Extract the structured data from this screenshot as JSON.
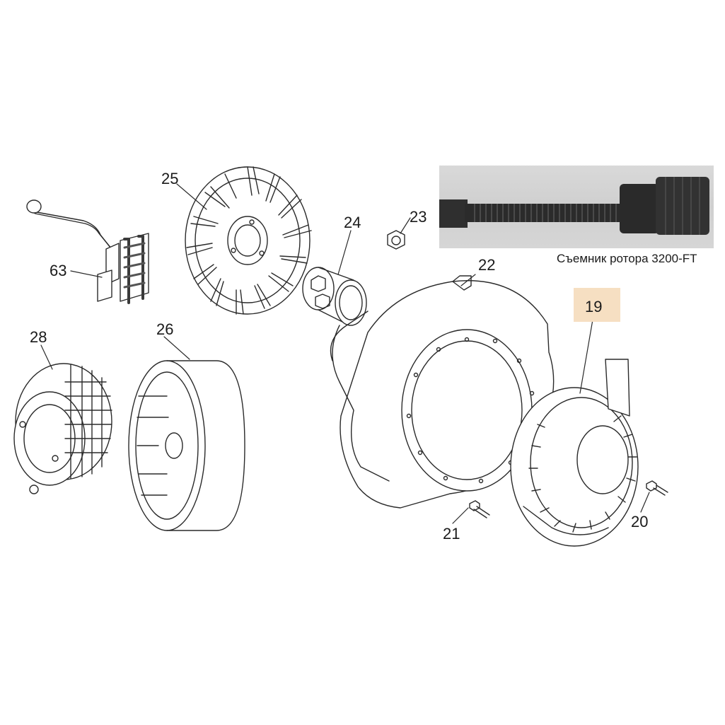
{
  "diagram": {
    "callouts": {
      "c63": "63",
      "c25": "25",
      "c24": "24",
      "c23": "23",
      "c22": "22",
      "c28": "28",
      "c26": "26",
      "c19": "19",
      "c21": "21",
      "c20": "20"
    },
    "tool_caption": "Съемник ротора 3200-FT"
  },
  "colors": {
    "line": "#2a2a2a",
    "highlight": "#f6dfc2",
    "photo_bg": "#d4d4d4",
    "photo_tool": "#2b2b2b"
  }
}
